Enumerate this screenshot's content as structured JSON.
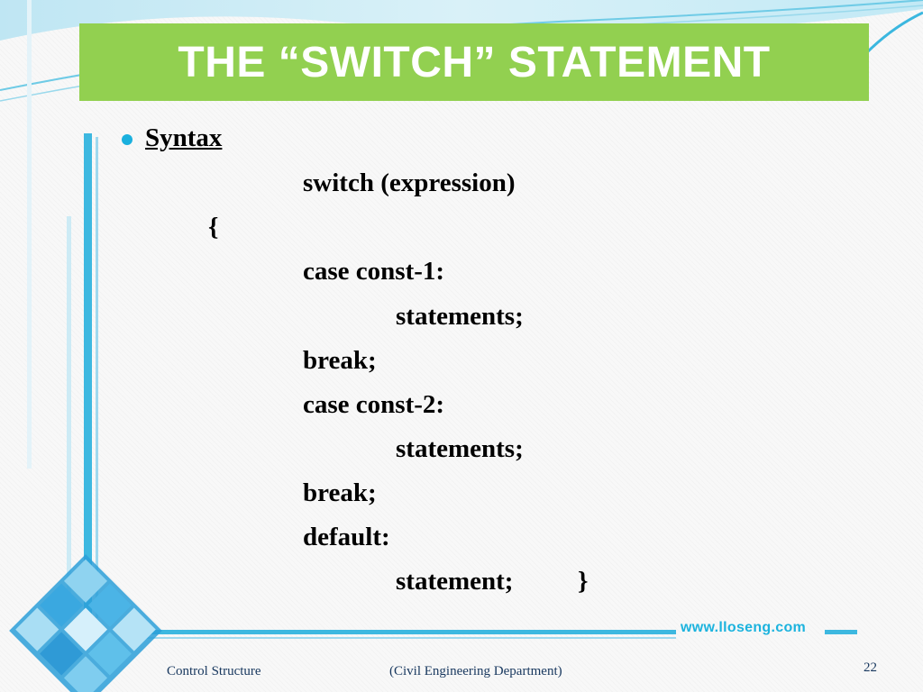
{
  "title": "THE “SWITCH” STATEMENT",
  "heading": "Syntax",
  "code_lines": [
    "switch (expression)",
    "{",
    "case const-1:",
    "statements;",
    "break;",
    "case const-2:",
    "statements;",
    "break;",
    "default:",
    "statement;",
    "}"
  ],
  "footer": {
    "left": "Control Structure",
    "center": "(Civil Engineering Department)",
    "url": "www.lloseng.com",
    "page_number": "22"
  },
  "colors": {
    "title_band": "#92d050",
    "title_text": "#ffffff",
    "accent_blue": "#1ab0de",
    "footer_text": "#17375e"
  },
  "icons": {
    "bullet": "bullet-dot",
    "decoration": "blue-tile-mosaic"
  }
}
